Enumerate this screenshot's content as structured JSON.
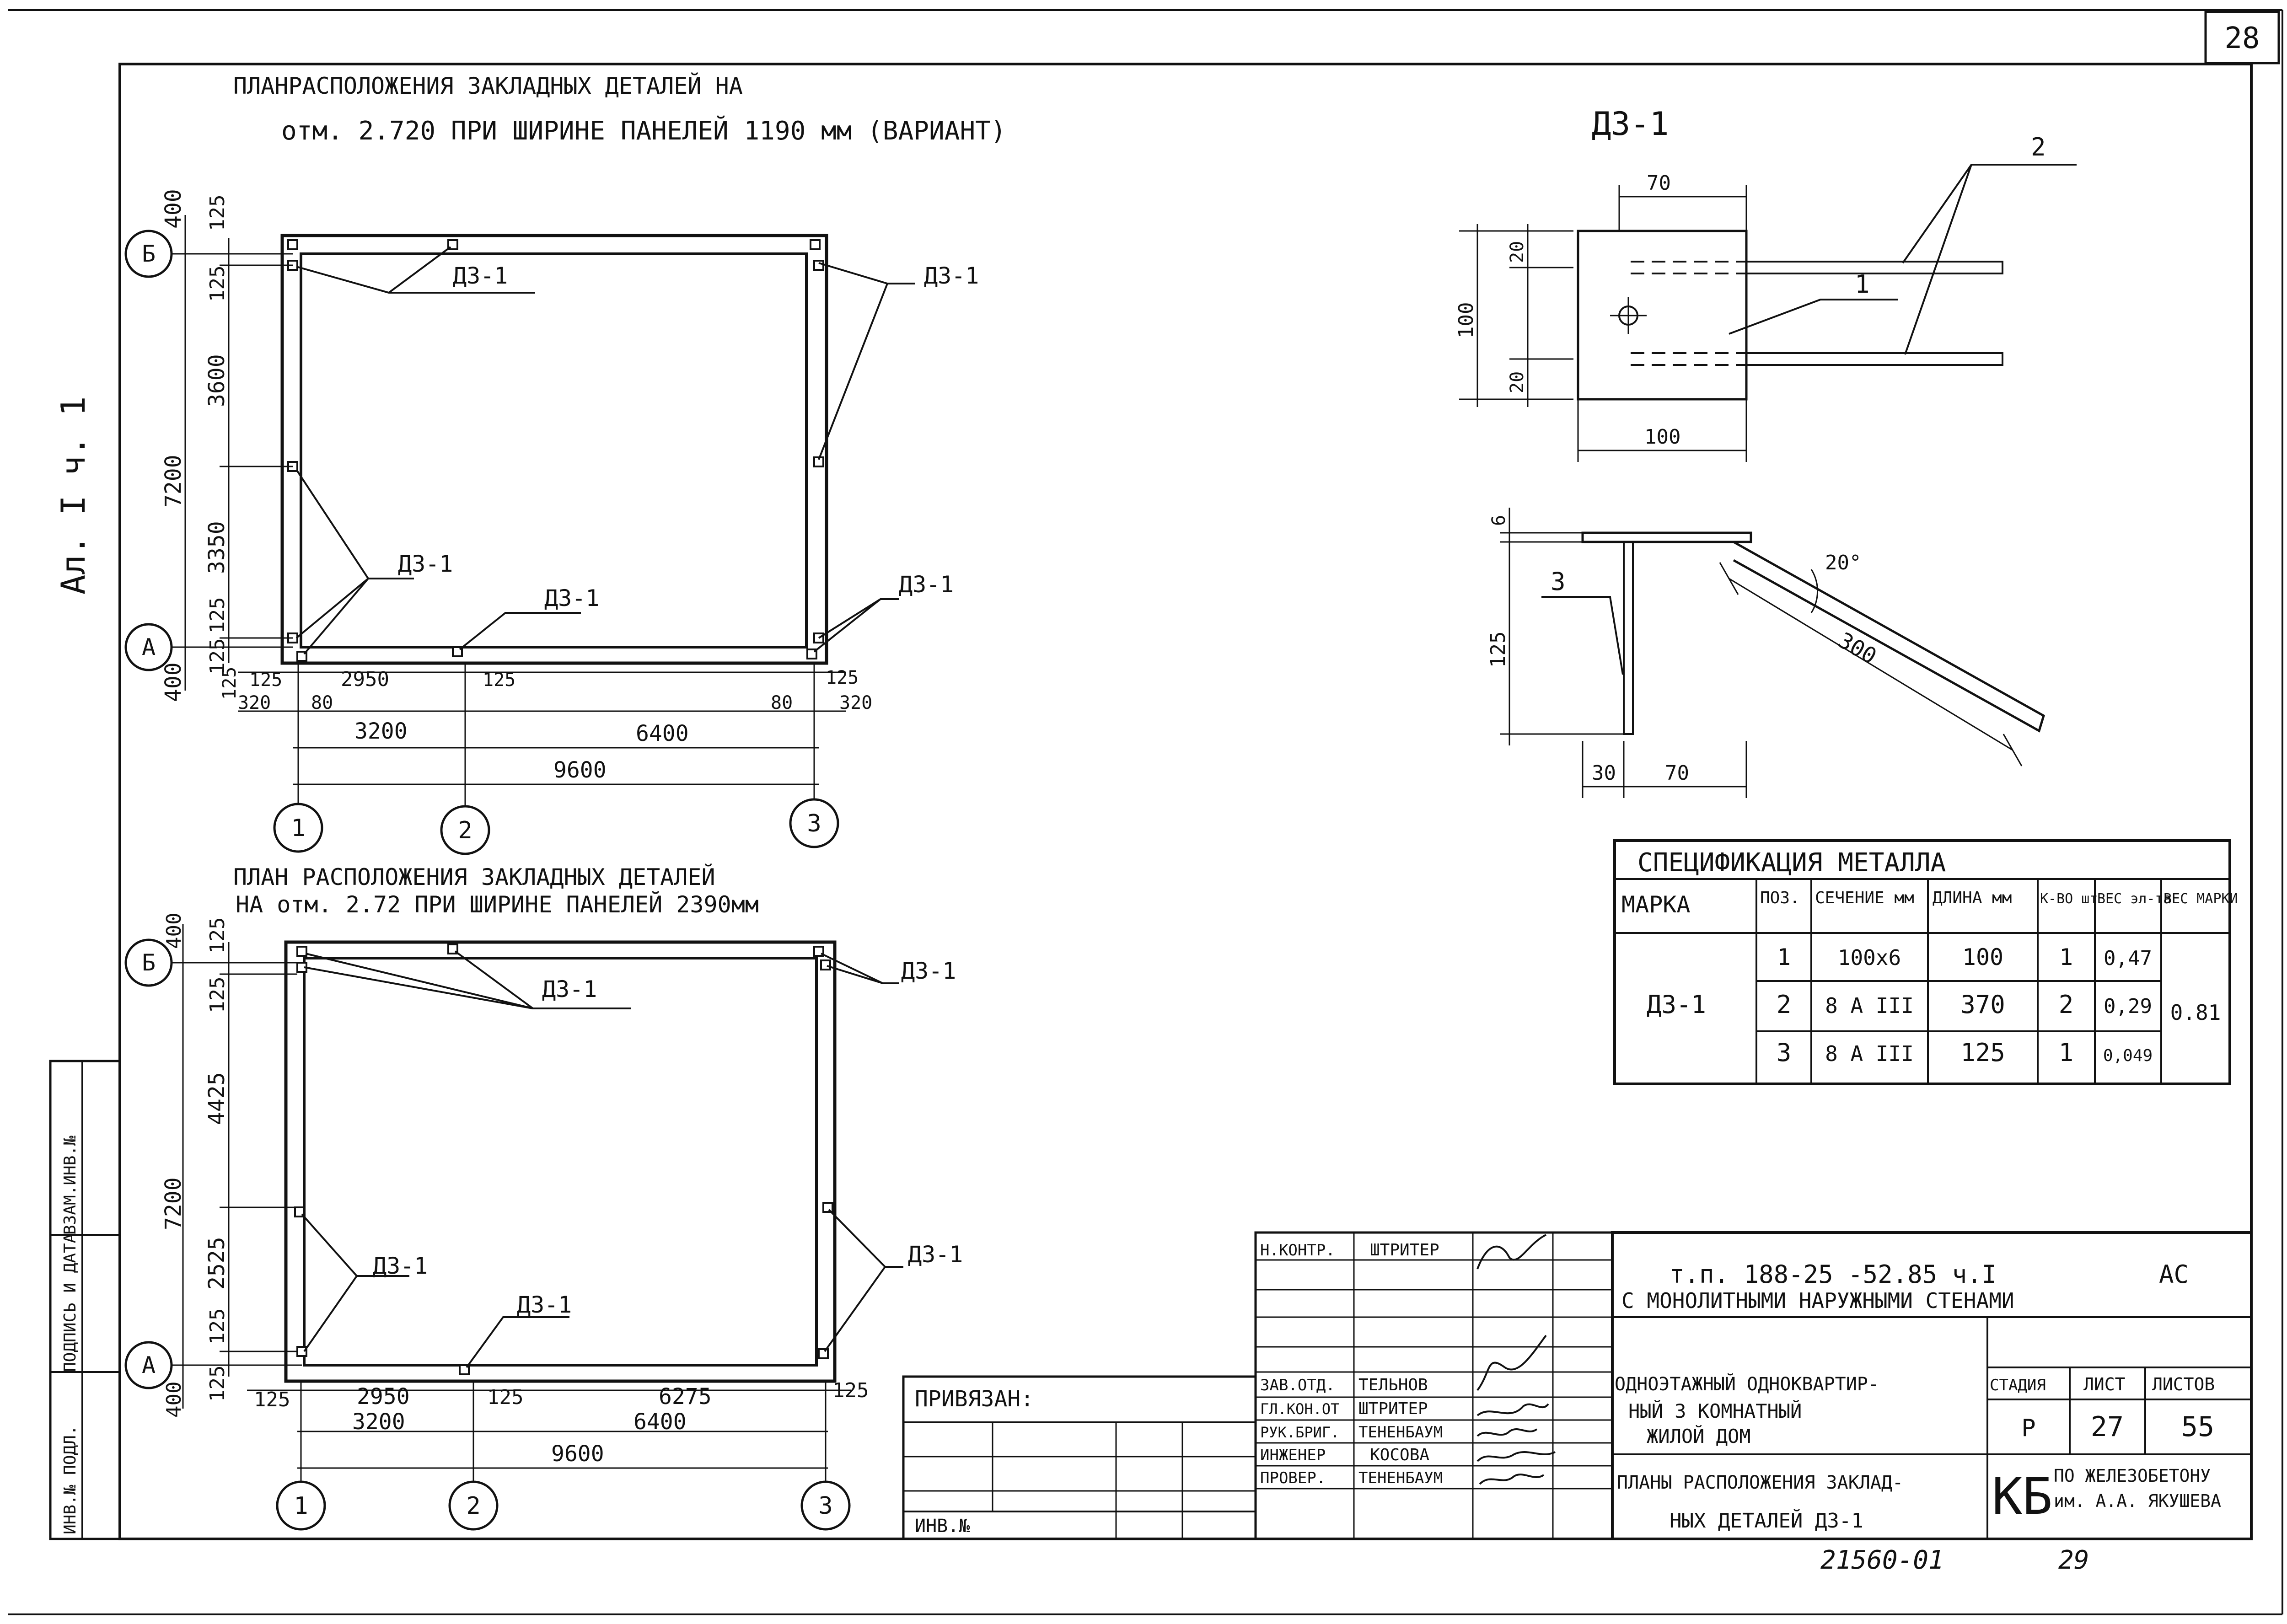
{
  "sheet": {
    "number": "28",
    "side_label": "Ал. I ч. 1"
  },
  "plan_top": {
    "title_line1": "ПЛАНРАСПОЛОЖЕНИЯ ЗАКЛАДНЫХ ДЕТАЛЕЙ НА",
    "title_line2": "отм. 2.720 ПРИ ШИРИНЕ ПАНЕЛЕЙ 1190 мм (ВАРИАНТ)",
    "mark": "Д3-1",
    "axis_rows": [
      "Б",
      "А"
    ],
    "axis_cols": [
      "1",
      "2",
      "3"
    ],
    "dims_vertical_outer": [
      "400",
      "7200",
      "400"
    ],
    "dims_vertical_inner": [
      "125",
      "125",
      "3600",
      "3350",
      "125",
      "125"
    ],
    "dims_bottom": [
      "125",
      "125",
      "2950",
      "125",
      "125",
      "320",
      "80",
      "80",
      "320",
      "3200",
      "6400",
      "9600"
    ]
  },
  "plan_bottom": {
    "title_line1": "ПЛАН РАСПОЛОЖЕНИЯ ЗАКЛАДНЫХ ДЕТАЛЕЙ",
    "title_line2": "НА отм. 2.72 ПРИ ШИРИНЕ ПАНЕЛЕЙ 2390мм",
    "mark": "Д3-1",
    "axis_rows": [
      "Б",
      "А"
    ],
    "axis_cols": [
      "1",
      "2",
      "3"
    ],
    "dims_vertical_outer": [
      "400",
      "7200",
      "400"
    ],
    "dims_vertical_inner": [
      "125",
      "125",
      "4425",
      "2525",
      "125",
      "125"
    ],
    "dims_bottom": [
      "125",
      "2950",
      "125",
      "6275",
      "125",
      "3200",
      "6400",
      "9600"
    ]
  },
  "detail": {
    "title": "Д3-1",
    "top_view_dims": [
      "70",
      "20",
      "100",
      "20",
      "100"
    ],
    "positions": [
      "1",
      "2",
      "3"
    ],
    "side_view_dims": [
      "6",
      "125",
      "30",
      "70",
      "300",
      "20°"
    ]
  },
  "spec": {
    "title": "СПЕЦИФИКАЦИЯ МЕТАЛЛА",
    "headers": [
      "МАРКА",
      "ПОЗ.",
      "СЕЧЕНИЕ мм",
      "ДЛИНА мм",
      "К-ВО шт",
      "ВЕС эл-та",
      "ВЕС МАРКИ"
    ],
    "mark": "Д3-1",
    "rows": [
      {
        "pos": "1",
        "section": "100х6",
        "length": "100",
        "qty": "1",
        "weight": "0,47"
      },
      {
        "pos": "2",
        "section": "8 А III",
        "length": "370",
        "qty": "2",
        "weight": "0,29"
      },
      {
        "pos": "3",
        "section": "8 А III",
        "length": "125",
        "qty": "1",
        "weight": "0,049"
      }
    ],
    "mark_weight": "0.81"
  },
  "stamp": {
    "project_code": "т.п. 188-25 -52.85 ч.I",
    "section_code": "АС",
    "subtitle": "С МОНОЛИТНЫМИ НАРУЖНЫМИ СТЕНАМИ",
    "building_line1": "ОДНОЭТАЖНЫЙ ОДНОКВАРТИР-",
    "building_line2": "НЫЙ 3 КОМНАТНЫЙ",
    "building_line3": "ЖИЛОЙ ДОМ",
    "sheet_title_line1": "ПЛАНЫ РАСПОЛОЖЕНИЯ ЗАКЛАД-",
    "sheet_title_line2": "НЫХ ДЕТАЛЕЙ Д3-1",
    "stage_label": "СТАДИЯ",
    "sheet_label": "ЛИСТ",
    "sheets_label": "ЛИСТОВ",
    "stage": "Р",
    "sheet": "27",
    "sheets": "55",
    "org_logo": "КБ",
    "org_line1": "ПО ЖЕЛЕЗОБЕТОНУ",
    "org_line2": "им. А.А. ЯКУШЕВА",
    "staff": [
      {
        "role": "Н.КОНТР.",
        "name": "ШТРИТЕР"
      },
      {
        "role": "ЗАВ.ОТД.",
        "name": "ТЕЛЬНОВ"
      },
      {
        "role": "ГЛ.КОН.ОТ",
        "name": "ШТРИТЕР"
      },
      {
        "role": "РУК.БРИГ.",
        "name": "ТЕНЕНБАУМ"
      },
      {
        "role": "ИНЖЕНЕР",
        "name": "КОСОВА"
      },
      {
        "role": "ПРОВЕР.",
        "name": "ТЕНЕНБАУМ"
      }
    ],
    "privyazan": "ПРИВЯЗАН:",
    "inv_no": "ИНВ.№"
  },
  "left_strip": {
    "labels": [
      "ИНВ.№ ПОДЛ.",
      "ПОДПИСЬ И ДАТА",
      "ВЗАМ.ИНВ.№"
    ]
  },
  "footer": {
    "archive_no": "21560-01",
    "page": "29"
  }
}
